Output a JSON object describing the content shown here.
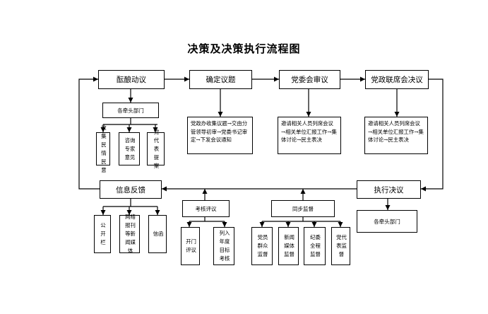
{
  "title": "决策及决策执行流程图",
  "main_steps": [
    "酝酿动议",
    "确定议题",
    "党委会审议",
    "党政联席会决议"
  ],
  "lead_dept": "各牵头部门",
  "collect_items": [
    "收集民情民意",
    "咨询专家意见",
    "党代表提案"
  ],
  "step_notes": {
    "confirm": "党政办收集议题→交由分管领导初审→党委书记审定→下发会议通知",
    "committee": "邀请相关人员列席会议→相关单位汇报工作→集体讨论→民主表决",
    "joint": "邀请相关人员列席会议→相关单位汇报工作→集体讨论→民主表决"
  },
  "feedback": "信息反馈",
  "feedback_items": [
    "公开栏",
    "网络报刊等新闻媒体",
    "信函"
  ],
  "execute": "执行决议",
  "execute_dept": "各牵头部门",
  "assessment": "考核评议",
  "assessment_items": [
    "开门评议",
    "列入年度目标考核"
  ],
  "supervision": "同步监督",
  "supervision_items": [
    "党员群众监督",
    "新闻媒体监督",
    "纪委全程监督",
    "党代表监督"
  ]
}
